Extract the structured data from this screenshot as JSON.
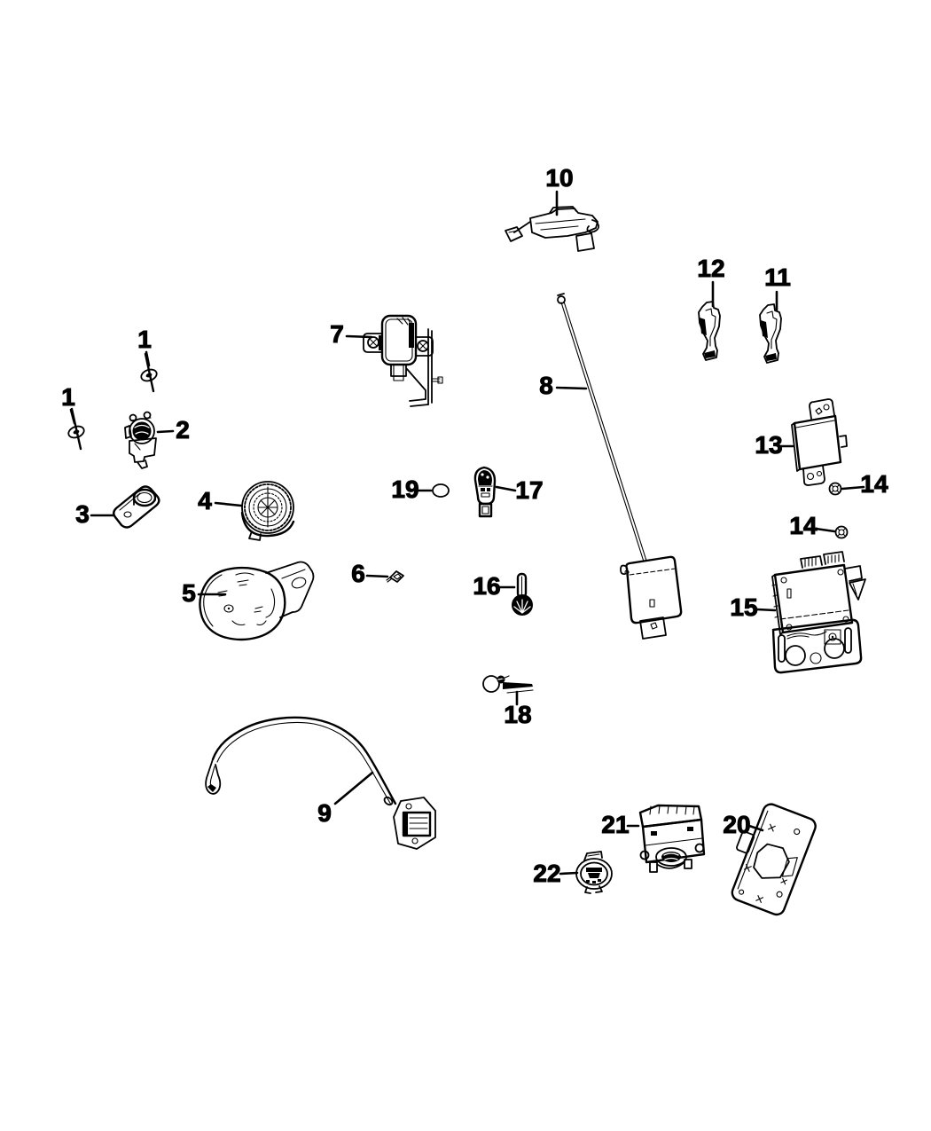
{
  "diagram": {
    "type": "exploded-parts-line-diagram",
    "background_color": "#ffffff",
    "line_color": "#000000",
    "callouts": [
      {
        "id": "10",
        "label": "10"
      },
      {
        "id": "12",
        "label": "12"
      },
      {
        "id": "11",
        "label": "11"
      },
      {
        "id": "7",
        "label": "7"
      },
      {
        "id": "1a",
        "label": "1"
      },
      {
        "id": "1b",
        "label": "1"
      },
      {
        "id": "2",
        "label": "2"
      },
      {
        "id": "8",
        "label": "8"
      },
      {
        "id": "3",
        "label": "3"
      },
      {
        "id": "4",
        "label": "4"
      },
      {
        "id": "19",
        "label": "19"
      },
      {
        "id": "17",
        "label": "17"
      },
      {
        "id": "13",
        "label": "13"
      },
      {
        "id": "14a",
        "label": "14"
      },
      {
        "id": "14b",
        "label": "14"
      },
      {
        "id": "5",
        "label": "5"
      },
      {
        "id": "6",
        "label": "6"
      },
      {
        "id": "16",
        "label": "16"
      },
      {
        "id": "15",
        "label": "15"
      },
      {
        "id": "18",
        "label": "18"
      },
      {
        "id": "9",
        "label": "9"
      },
      {
        "id": "21",
        "label": "21"
      },
      {
        "id": "22",
        "label": "22"
      },
      {
        "id": "20",
        "label": "20"
      }
    ]
  }
}
